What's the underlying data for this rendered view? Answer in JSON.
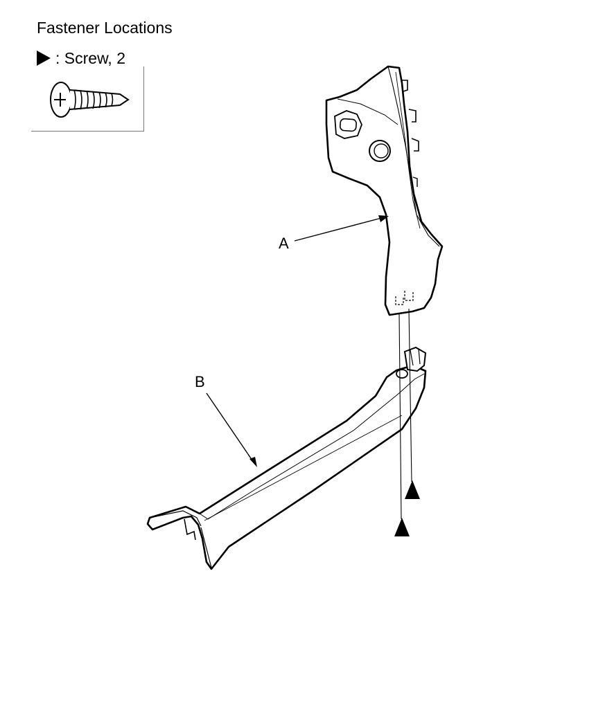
{
  "header": {
    "title": "Fastener Locations"
  },
  "legend": {
    "symbol_icon": "filled-triangle-icon",
    "text": ": Screw, 2",
    "fastener_icon": "screw-icon"
  },
  "callouts": {
    "a": "A",
    "b": "B"
  },
  "colors": {
    "line": "#000000",
    "fill": "#ffffff"
  }
}
